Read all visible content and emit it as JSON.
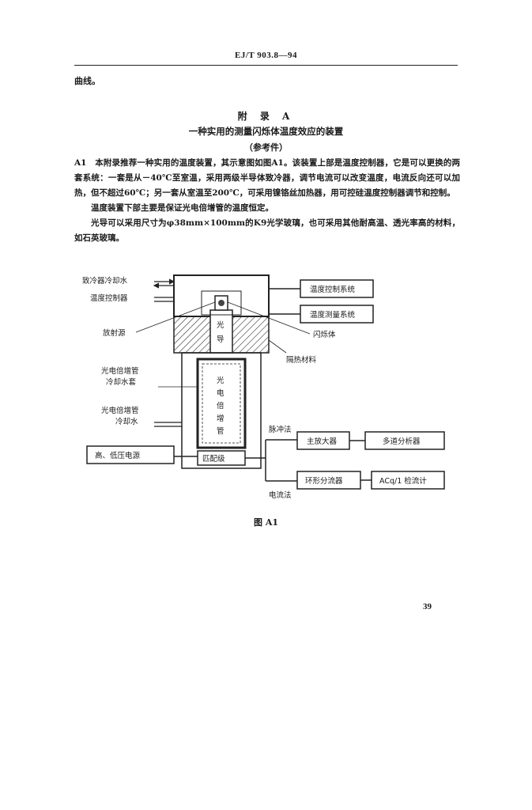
{
  "header": {
    "code": "EJ/T 903.8—94"
  },
  "previous_text": "曲线。",
  "appendix": {
    "title": "附 录 A",
    "subtitle": "一种实用的测量闪烁体温度效应的装置",
    "note": "（参考件）"
  },
  "paragraphs": [
    "A1　本附录推荐一种实用的温度装置，其示意图如图A1。该装置上部是温度控制器，它是可以更换的两套系统：一套是从－40℃至室温，采用两级半导体致冷器，调节电流可以改变温度，电流反向还可以加热，但不超过60℃；另一套从室温至200℃，可采用镍铬丝加热器，用可控硅温度控制器调节和控制。",
    "温度装置下部主要是保证光电倍增管的温度恒定。",
    "光导可以采用尺寸为φ38mm×100mm的K9光学玻璃，也可采用其他耐高温、透光率高的材料，如石英玻璃。"
  ],
  "diagram": {
    "labels": {
      "cooler_water": "致冷器冷却水",
      "temp_controller": "温度控制器",
      "radiation_source": "放射源",
      "pmt_jacket": "光电倍增管冷却水套",
      "pmt_water": "光电倍增管冷却水",
      "light_guide": "光导",
      "pmt": "光电倍增管",
      "scintillator": "闪烁体",
      "insulation": "隔热材料",
      "hv_supply": "高、低压电源",
      "matcher": "匹配级",
      "pulse_method": "脉冲法",
      "current_method": "电流法"
    },
    "boxes": {
      "temp_control_system": "温度控制系统",
      "temp_measure_system": "温度测量系统",
      "main_amplifier": "主放大器",
      "multichannel_analyzer": "多道分析器",
      "ring_splitter": "环形分流器",
      "ammeter": "ACq/1 检流计"
    }
  },
  "figure_caption": "图 A1",
  "page_number": "39"
}
